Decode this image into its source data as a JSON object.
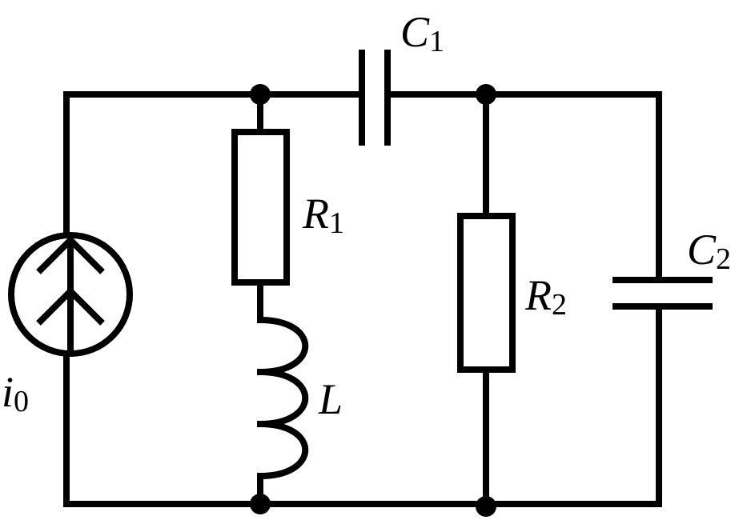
{
  "labels": {
    "i0": {
      "main": "i",
      "sub": "0"
    },
    "C1": {
      "main": "C",
      "sub": "1"
    },
    "C2": {
      "main": "C",
      "sub": "2"
    },
    "R1": {
      "main": "R",
      "sub": "1"
    },
    "R2": {
      "main": "R",
      "sub": "2"
    },
    "L": {
      "main": "L",
      "sub": ""
    }
  },
  "components": [
    "current-source",
    "resistor",
    "resistor",
    "inductor",
    "capacitor",
    "capacitor"
  ],
  "colors": {
    "line": "#000000",
    "background": "#ffffff"
  }
}
